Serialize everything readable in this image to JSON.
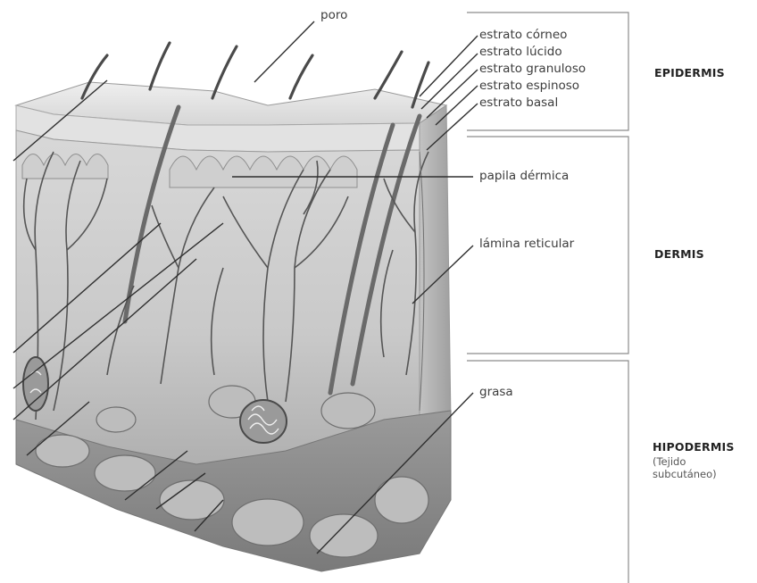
{
  "labels": {
    "poro": "poro",
    "estrato_corneo": "estrato córneo",
    "estrato_lucido": "estrato lúcido",
    "estrato_granuloso": "estrato granuloso",
    "estrato_espinoso": "estrato espinoso",
    "estrato_basal": "estrato basal",
    "papila_dermica": "papila dérmica",
    "lamina_reticular": "lámina reticular",
    "grasa": "grasa"
  },
  "layers": {
    "epidermis": "EPIDERMIS",
    "dermis": "DERMIS",
    "hipodermis": "HIPODERMIS",
    "hipodermis_sub1": "(Tejido",
    "hipodermis_sub2": "subcutáneo)"
  },
  "colors": {
    "line": "#3a3a3a",
    "bracket": "#8c8c8c",
    "tissue_light": "#d9d9d9",
    "tissue_mid": "#b8b8b8",
    "tissue_dark": "#7d7d7d",
    "vessel": "#5a5a5a"
  }
}
